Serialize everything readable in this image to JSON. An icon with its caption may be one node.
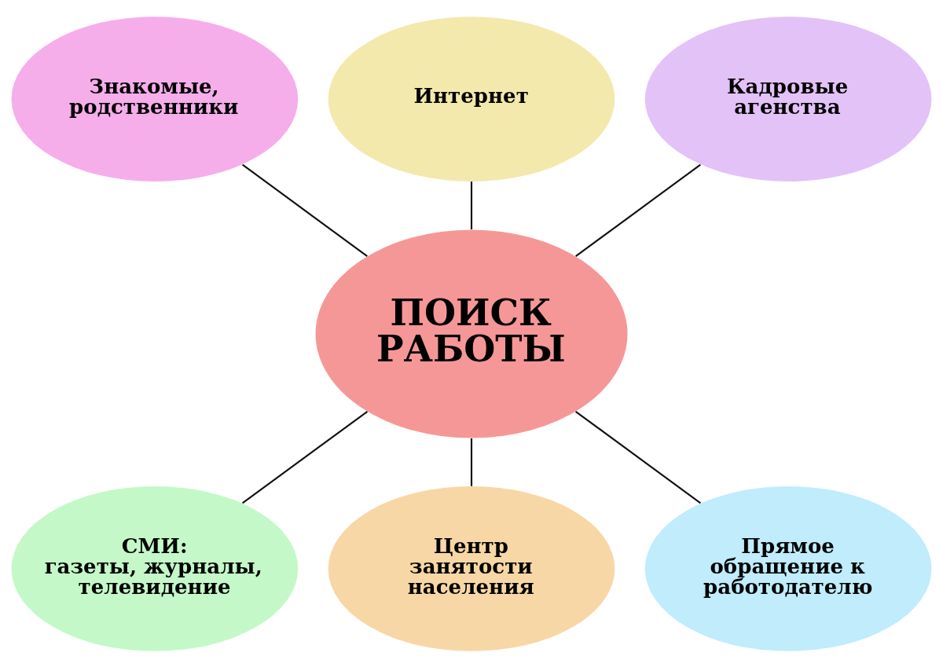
{
  "diagram": {
    "nodes": [
      {
        "text": [
          "Интернет"
        ]
      },
      {
        "text": [
          "Знакомые, родственники"
        ]
      },
      {
        "text": [
          "Кадровые агенства"
        ]
      },
      {
        "text": [
          "ПОИСК РАБОТЫ"
        ]
      },
      {
        "text": [
          "СМИ:",
          "газеты, журналы, телевидение"
        ]
      },
      {
        "text": [
          "Прямое обращение к работодателю"
        ]
      },
      {
        "text": [
          "Центр занятости населения"
        ]
      }
    ],
    "edges": [
      {
        "from": 0,
        "to": 3,
        "arrow": "none"
      },
      {
        "from": 1,
        "to": 3,
        "arrow": "none"
      },
      {
        "from": 2,
        "to": 3,
        "arrow": "none"
      },
      {
        "from": 3,
        "to": 4,
        "arrow": "none"
      },
      {
        "from": 3,
        "to": 5,
        "arrow": "none"
      },
      {
        "from": 3,
        "to": 6,
        "arrow": "none"
      }
    ]
  }
}
